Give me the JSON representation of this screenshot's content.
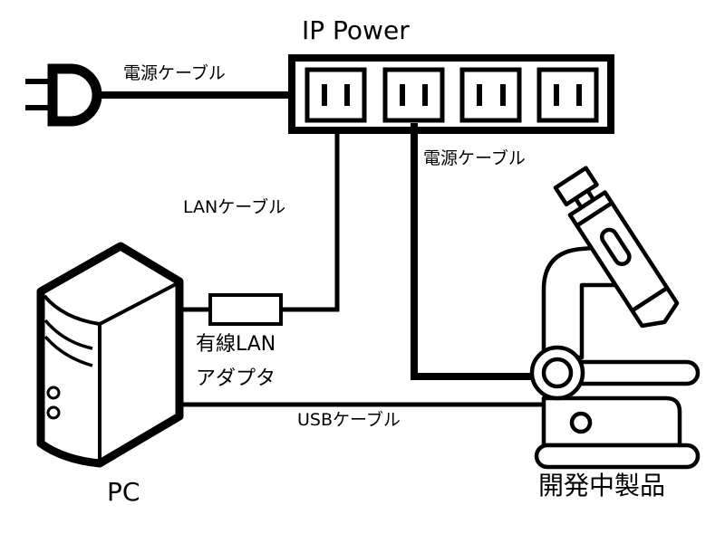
{
  "title": "IP Power",
  "labels": {
    "power_cable_plug": "電源ケーブル",
    "power_cable_device": "電源ケーブル",
    "lan_cable": "LANケーブル",
    "lan_adapter_line1": "有線LAN",
    "lan_adapter_line2": "アダプタ",
    "usb_cable": "USBケーブル",
    "pc": "PC",
    "device": "開発中製品"
  },
  "nodes": [
    {
      "id": "plug",
      "name": "電源プラグ",
      "icon": "power-plug-icon"
    },
    {
      "id": "ip_power",
      "name": "IP Power",
      "icon": "power-strip-icon",
      "outlets": 4
    },
    {
      "id": "pc",
      "name": "PC",
      "icon": "pc-tower-icon"
    },
    {
      "id": "lan_adapter",
      "name": "有線LANアダプタ",
      "icon": "lan-adapter-icon"
    },
    {
      "id": "device",
      "name": "開発中製品",
      "icon": "microscope-icon"
    }
  ],
  "edges": [
    {
      "from": "plug",
      "to": "ip_power",
      "label": "電源ケーブル"
    },
    {
      "from": "ip_power",
      "to": "lan_adapter",
      "label": "LANケーブル"
    },
    {
      "from": "lan_adapter",
      "to": "pc",
      "label": ""
    },
    {
      "from": "ip_power",
      "to": "device",
      "label": "電源ケーブル"
    },
    {
      "from": "pc",
      "to": "device",
      "label": "USBケーブル"
    }
  ],
  "colors": {
    "stroke": "#000000",
    "background": "#ffffff"
  }
}
